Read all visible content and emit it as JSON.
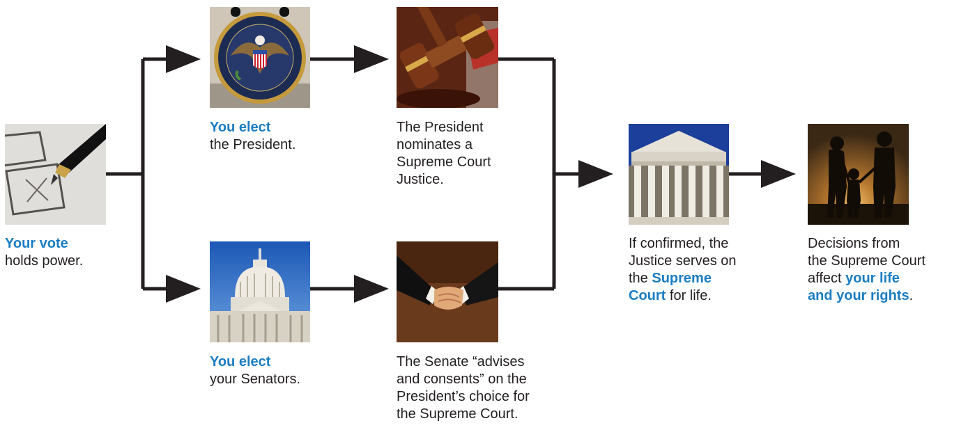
{
  "steps": {
    "vote": {
      "icon": "ballot-pen-icon",
      "hl": "Your vote",
      "text": "holds power."
    },
    "president": {
      "icon": "presidential-seal-icon",
      "hl": "You elect",
      "text": "the President."
    },
    "senators": {
      "icon": "capitol-dome-icon",
      "hl": "You elect",
      "text": "your Senators."
    },
    "nominate": {
      "icon": "gavel-icon",
      "lines": [
        "The President",
        "nominates a",
        "Supreme Court",
        "Justice."
      ]
    },
    "advise": {
      "icon": "handshake-icon",
      "lines": [
        "The Senate “advises",
        "and consents” on the",
        "President’s choice for",
        "the Supreme Court."
      ]
    },
    "confirm": {
      "icon": "supreme-court-icon",
      "l1": "If confirmed, the",
      "l2": "Justice serves on",
      "l3a": "the ",
      "hl1": "Supreme",
      "hl2": "Court",
      "l4b": " for life."
    },
    "decide": {
      "icon": "family-silhouette-icon",
      "l1": "Decisions from",
      "l2": "the Supreme Court",
      "l3a": "affect ",
      "hl1": "your life",
      "hl2": "and your rights",
      "l4b": "."
    }
  },
  "colors": {
    "highlight": "#1a7dc2",
    "connector": "#231f20",
    "text": "#231f20"
  }
}
